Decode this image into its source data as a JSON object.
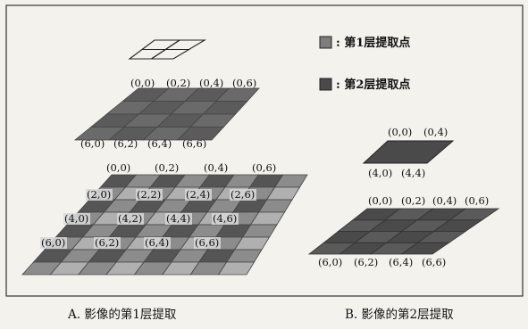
{
  "legend": {
    "level1": {
      "label": ": 第1层提取点",
      "color": "#7d7d7d"
    },
    "level2": {
      "label": ": 第2层提取点",
      "color": "#4a4a4a"
    }
  },
  "captions": {
    "a": "A. 影像的第1层提取",
    "b": "B. 影像的第2层提取"
  },
  "grids": {
    "top_small": {
      "rows": 2,
      "cols": 2
    },
    "mid_a": {
      "rows": 4,
      "cols": 4,
      "top_labels": [
        "(0,0)",
        "(0,2)",
        "(0,4)",
        "(0,6)"
      ],
      "bottom_labels": [
        "(6,0)",
        "(6,2)",
        "(6,4)",
        "(6,6)"
      ]
    },
    "big_a": {
      "rows": 8,
      "cols": 8,
      "top_labels": [
        "(0,0)",
        "(0,2)",
        "(0,4)",
        "(0,6)"
      ],
      "row_labels": [
        [
          "(2,0)",
          "(2,2)",
          "(2,4)",
          "(2,6)"
        ],
        [
          "(4,0)",
          "(4,2)",
          "(4,4)",
          "(4,6)"
        ],
        [
          "(6,0)",
          "(6,2)",
          "(6,4)",
          "(6,6)"
        ]
      ]
    },
    "small_b": {
      "rows": 1,
      "cols": 1,
      "top_labels": [
        "(0,0)",
        "(0,4)"
      ],
      "bottom_labels": [
        "(4,0)",
        "(4,4)"
      ]
    },
    "big_b": {
      "rows": 4,
      "cols": 4,
      "top_labels": [
        "(0,0)",
        "(0,2)",
        "(0,4)",
        "(0,6)"
      ],
      "bottom_labels": [
        "(6,0)",
        "(6,2)",
        "(6,4)",
        "(6,6)"
      ]
    }
  }
}
